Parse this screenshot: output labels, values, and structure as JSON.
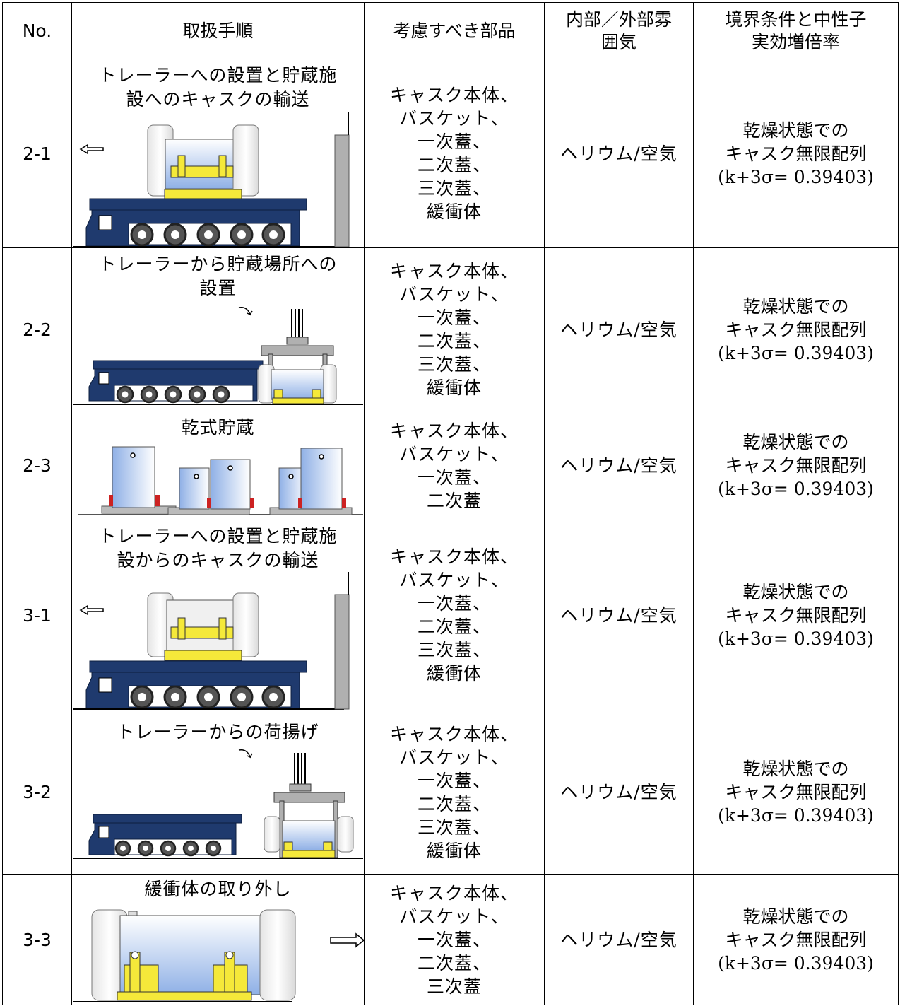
{
  "table": {
    "headers": {
      "no": "No.",
      "procedure": "取扱手順",
      "parts": "考慮すべき部品",
      "atmosphere": "内部／外部雰\n囲気",
      "boundary": "境界条件と中性子\n実効増倍率"
    },
    "rows": [
      {
        "no": "2-1",
        "title": "トレーラーへの設置と貯蔵施\n設へのキャスクの輸送",
        "parts": "キャスク本体、\nバスケット、\n一次蓋、\n二次蓋、\n三次蓋、\n緩衝体",
        "atmosphere": "ヘリウム/空気",
        "boundary": "乾燥状態での\nキャスク無限配列\n(k+3σ= 0.39403)"
      },
      {
        "no": "2-2",
        "title": "トレーラーから貯蔵場所への\n設置",
        "parts": "キャスク本体、\nバスケット、\n一次蓋、\n二次蓋、\n三次蓋、\n緩衝体",
        "atmosphere": "ヘリウム/空気",
        "boundary": "乾燥状態での\nキャスク無限配列\n(k+3σ= 0.39403)"
      },
      {
        "no": "2-3",
        "title": "乾式貯蔵",
        "parts": "キャスク本体、\nバスケット、\n一次蓋、\n二次蓋",
        "atmosphere": "ヘリウム/空気",
        "boundary": "乾燥状態での\nキャスク無限配列\n(k+3σ= 0.39403)"
      },
      {
        "no": "3-1",
        "title": "トレーラーへの設置と貯蔵施\n設からのキャスクの輸送",
        "parts": "キャスク本体、\nバスケット、\n一次蓋、\n二次蓋、\n三次蓋、\n緩衝体",
        "atmosphere": "ヘリウム/空気",
        "boundary": "乾燥状態での\nキャスク無限配列\n(k+3σ= 0.39403)"
      },
      {
        "no": "3-2",
        "title": "トレーラーからの荷揚げ",
        "parts": "キャスク本体、\nバスケット、\n一次蓋、\n二次蓋、\n三次蓋、\n緩衝体",
        "atmosphere": "ヘリウム/空気",
        "boundary": "乾燥状態での\nキャスク無限配列\n(k+3σ= 0.39403)"
      },
      {
        "no": "3-3",
        "title": "緩衝体の取り外し",
        "parts": "キャスク本体、\nバスケット、\n一次蓋、\n二次蓋、\n三次蓋",
        "atmosphere": "ヘリウム/空気",
        "boundary": "乾燥状態での\nキャスク無限配列\n(k+3σ= 0.39403)"
      }
    ]
  },
  "colors": {
    "trailer": "#1f3a6e",
    "cask_light": "#ffffff",
    "cask_blue": "#9bb8e8",
    "frame_yellow": "#f5e93a",
    "wheel": "#555555",
    "pad_red": "#cc2222",
    "crane_grey": "#b0b0b0"
  }
}
